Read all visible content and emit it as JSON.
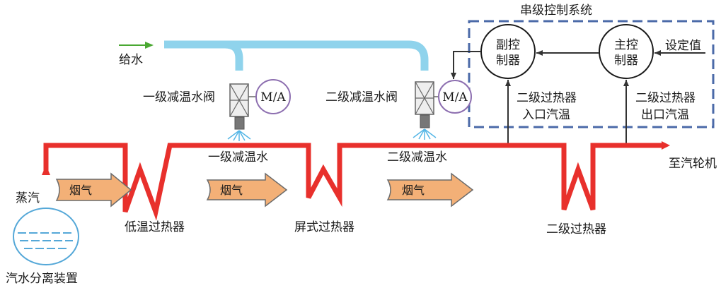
{
  "labels": {
    "feedwater": "给水",
    "valve1": "一级减温水阀",
    "valve2": "二级减温水阀",
    "ma": "M/A",
    "spray1": "一级减温水",
    "spray2": "二级减温水",
    "steam": "蒸汽",
    "smoke": "烟气",
    "low_temp_sh": "低温过热器",
    "platen_sh": "屏式过热器",
    "secondary_sh": "二级过热器",
    "separator": "汽水分离装置",
    "to_turbine": "至汽轮机",
    "cascade_title": "串级控制系统",
    "sub_ctrl_line1": "副控",
    "sub_ctrl_line2": "制器",
    "main_ctrl_line1": "主控",
    "main_ctrl_line2": "制器",
    "setpoint": "设定值",
    "inlet_temp_line1": "二级过热器",
    "inlet_temp_line2": "入口汽温",
    "outlet_temp_line1": "二级过热器",
    "outlet_temp_line2": "出口汽温"
  },
  "colors": {
    "steam_pipe": "#e8302c",
    "water_pipe": "#8fd3ec",
    "feed_arrow": "#4aa832",
    "smoke_fill": "#f3b077",
    "smoke_stroke": "#6b6b6b",
    "ma_circle": "#8d6fb0",
    "dash_box": "#4b6aa8",
    "separator": "#55a8d8",
    "spray": "#55b6e6"
  }
}
